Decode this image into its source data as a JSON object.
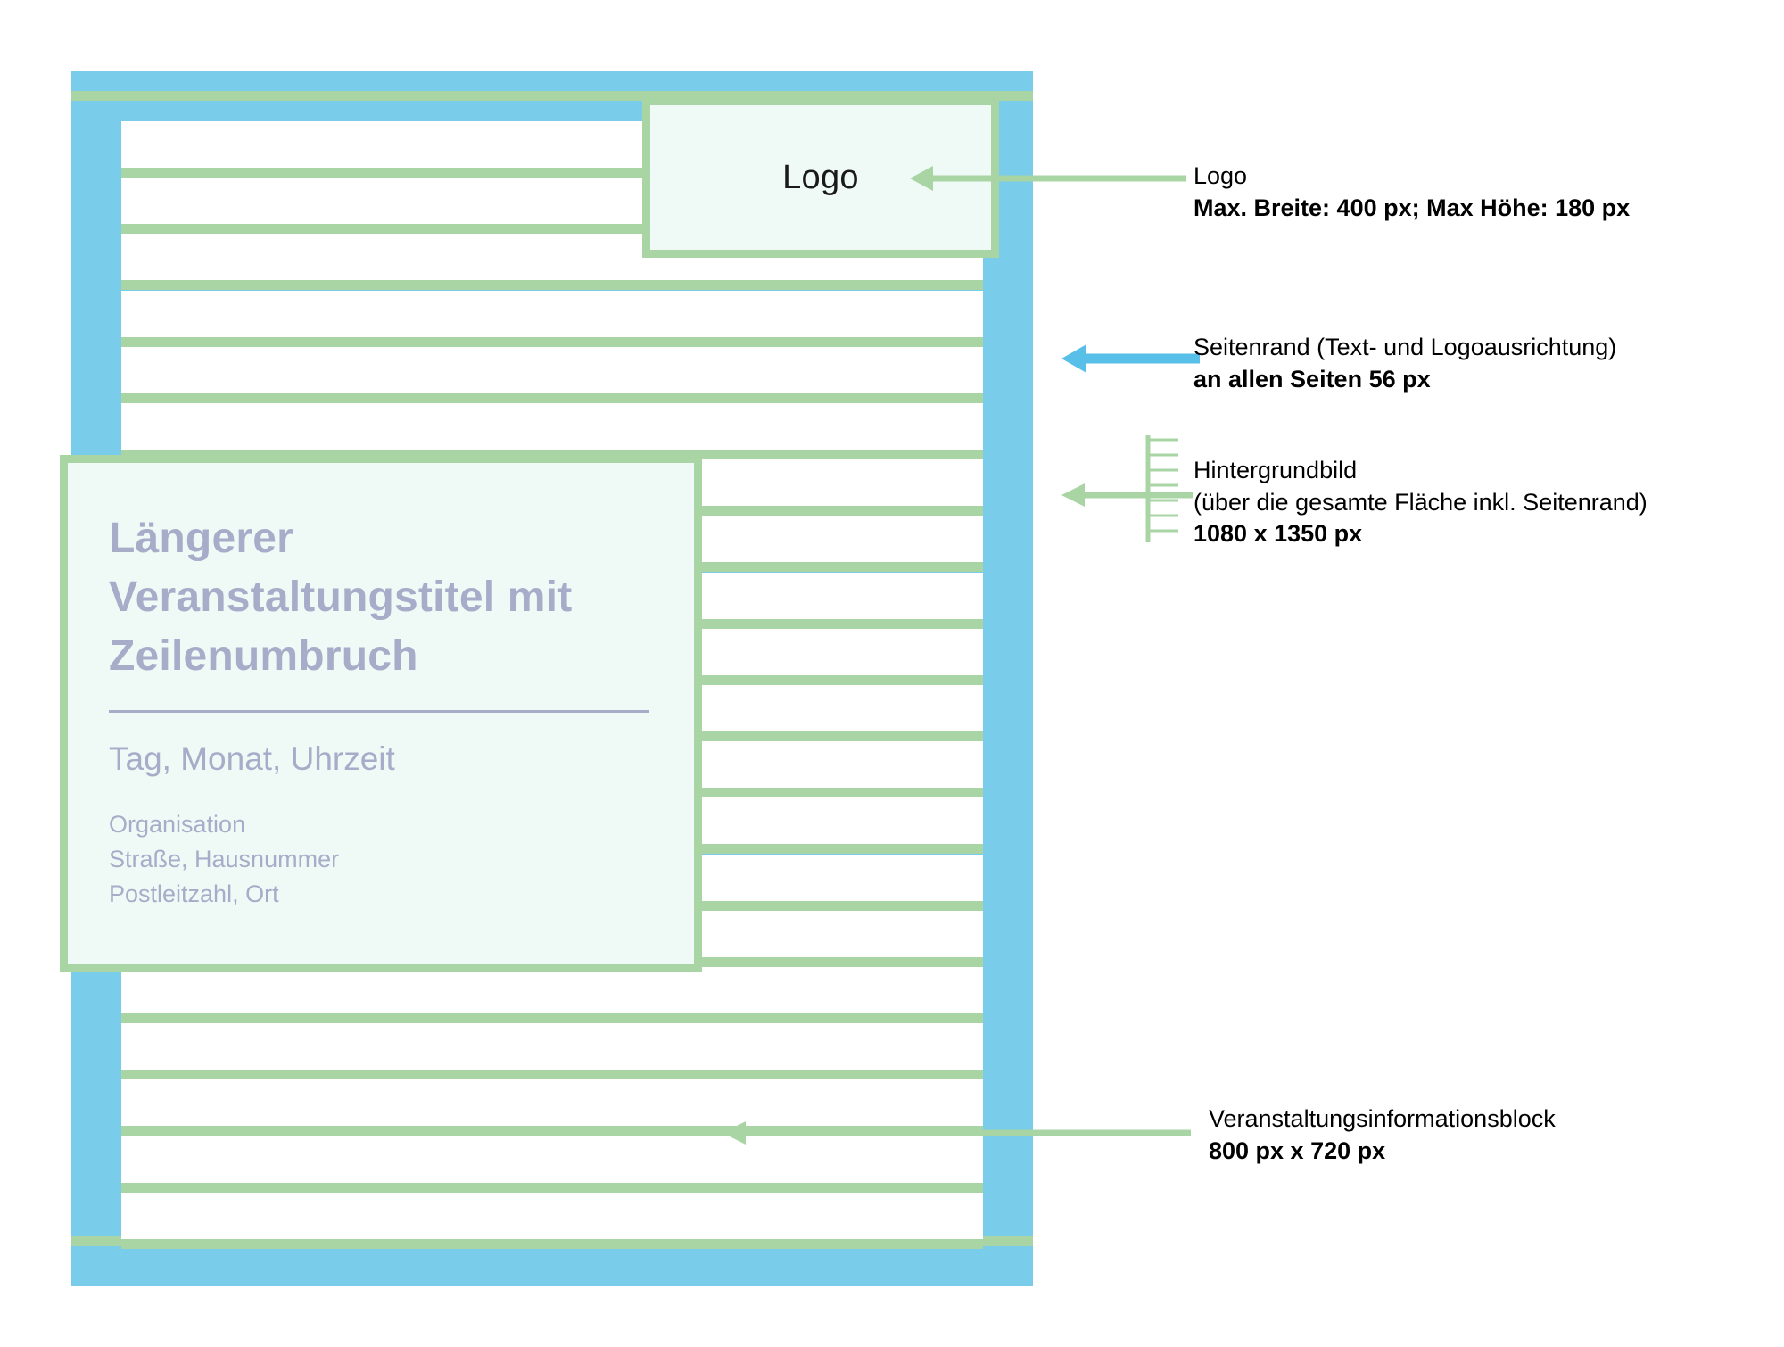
{
  "poster": {
    "logo": {
      "label": "Logo"
    },
    "info_block": {
      "title_line1": "Längerer",
      "title_line2": "Veranstaltungstitel mit",
      "title_line3": "Zeilenumbruch",
      "date": "Tag, Monat, Uhrzeit",
      "organisation": "Organisation",
      "street": "Straße, Hausnummer",
      "city": "Postleitzahl, Ort"
    }
  },
  "annotations": [
    {
      "id": "logo",
      "line1": "Logo",
      "line2": "Max. Breite: 400 px; Max Höhe: 180 px",
      "arrow_color": "#a9d4a4"
    },
    {
      "id": "page-margin",
      "line1": "Seitenrand (Text- und Logoausrichtung)",
      "line2": "an allen Seiten 56 px",
      "arrow_color": "#58bfe8"
    },
    {
      "id": "background-image",
      "line1": "Hintergrundbild",
      "line2": "(über die gesamte Fläche inkl. Seitenrand)",
      "line3": "1080 x 1350 px",
      "arrow_color": "#a9d4a4"
    },
    {
      "id": "event-info-block",
      "line1": "Veranstaltungsinformationsblock",
      "line2": "800 px x 720 px",
      "arrow_color": "#a9d4a4"
    }
  ],
  "colors": {
    "background_blue": "#79ccea",
    "guide_green": "#a9d4a4",
    "box_mint": "#effaf7",
    "text_lavender": "#a7acc9",
    "arrow_blue": "#58bfe8"
  }
}
